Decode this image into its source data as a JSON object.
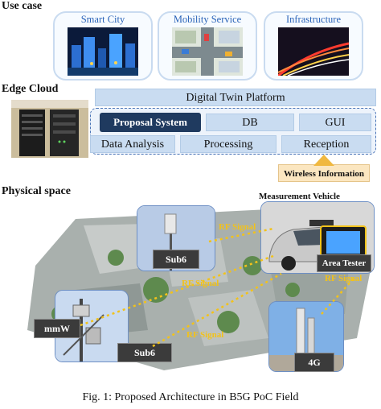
{
  "sections": {
    "use_case": "Use case",
    "edge_cloud": "Edge Cloud",
    "physical_space": "Physical space"
  },
  "use_cases": [
    {
      "label": "Smart City"
    },
    {
      "label": "Mobility Service"
    },
    {
      "label": "Infrastructure"
    }
  ],
  "platform": {
    "title": "Digital Twin Platform",
    "proposal": "Proposal System",
    "db": "DB",
    "gui": "GUI",
    "data_analysis": "Data Analysis",
    "processing": "Processing",
    "reception": "Reception"
  },
  "wireless_info": "Wireless Information",
  "physical": {
    "vehicle_title": "Measurement Vehicle",
    "area_tester": "Area Tester",
    "tags": {
      "sub6_top": "Sub6",
      "mmw": "mmW",
      "sub6_bottom": "Sub6",
      "g4": "4G"
    },
    "rf": "RF Signal"
  },
  "colors": {
    "accent": "#2a63b8",
    "dark_box": "#1f3a5f",
    "rf": "#f2c21a"
  },
  "caption": "Fig. 1: Proposed Architecture in B5G PoC Field"
}
